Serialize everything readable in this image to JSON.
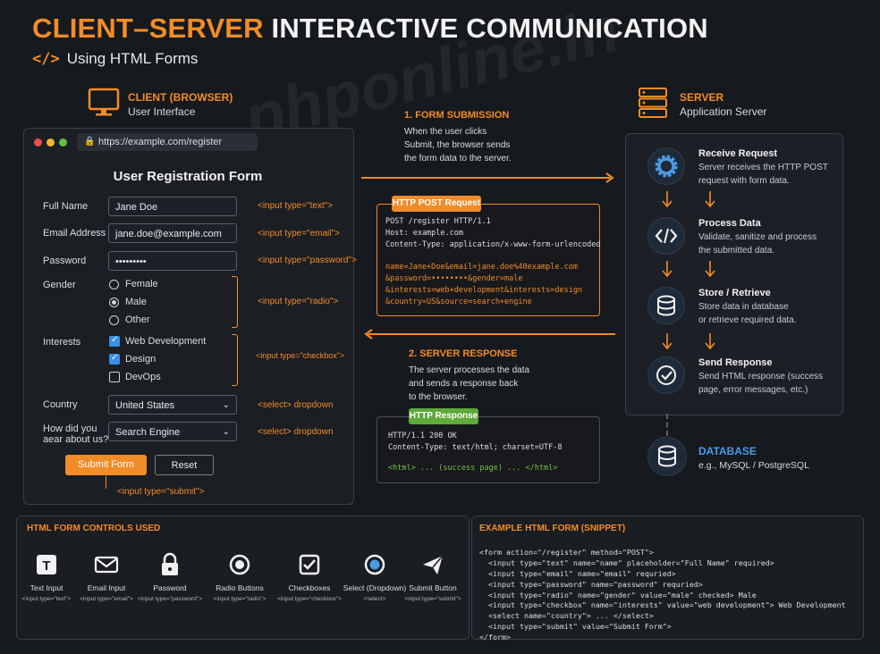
{
  "title": {
    "part1": "CLIENT–SERVER",
    "part2": "INTERACTIVE COMMUNICATION"
  },
  "subtitle": {
    "code": "</>",
    "text": "Using HTML Forms"
  },
  "watermark": "phponline.in",
  "client": {
    "title": "CLIENT (BROWSER)",
    "subtitle": "User Interface"
  },
  "server": {
    "title": "SERVER",
    "subtitle": "Application Server"
  },
  "browser": {
    "url": "https://example.com/register"
  },
  "form": {
    "title": "User Registration Form",
    "fields": [
      {
        "label": "Full Name",
        "value": "Jane Doe",
        "tag": "<input type=\"text\">"
      },
      {
        "label": "Email Address",
        "value": "jane.doe@example.com",
        "tag": "<input type=\"email\">"
      },
      {
        "label": "Password",
        "value": "•••••••••",
        "tag": "<input type=\"password\">"
      }
    ],
    "gender": {
      "label": "Gender",
      "options": [
        "Female",
        "Male",
        "Other"
      ],
      "selected": "Male",
      "tag": "<input type=\"radio\">"
    },
    "interests": {
      "label": "Interests",
      "options": [
        "Web Development",
        "Design",
        "DevOps"
      ],
      "checked": [
        "Web Development",
        "Design"
      ],
      "tag": "<input type=\"checkbox\">"
    },
    "country": {
      "label": "Country",
      "value": "United States",
      "tag": "<select> dropdown"
    },
    "source": {
      "label_line1": "How did you",
      "label_line2": "aear about us?",
      "value": "Search Engine",
      "tag": "<select> dropdown"
    },
    "submit_label": "Submit Form",
    "reset_label": "Reset",
    "submit_tag": "<input type=\"submit\">"
  },
  "step1": {
    "title": "1. FORM SUBMISSION",
    "lines": [
      "When the user clicks",
      "Submit, the browser sends",
      "the form data to the server."
    ]
  },
  "post": {
    "label": "HTTP POST Request",
    "headers": [
      "POST /register HTTP/1.1",
      "Host: example.com",
      "Content-Type: application/x-www-form-urlencoded"
    ],
    "body": [
      "name=Jane+Doe&email=jane.doe%40example.com",
      "&password=••••••••&gender=male",
      "&interests=web+development&interests=design",
      "&country=US&source=search+engine"
    ]
  },
  "step2": {
    "title": "2. SERVER RESPONSE",
    "lines": [
      "The server processes the data",
      "and sends a response back",
      "to the browser."
    ]
  },
  "response": {
    "label": "HTTP Response",
    "headers": [
      "HTTP/1.1 200 OK",
      "Content-Type: text/html; charset=UTF-8"
    ],
    "body": "<html> ... (success page) ... </html>"
  },
  "server_steps": [
    {
      "icon": "gear-icon",
      "title": "Receive Request",
      "lines": [
        "Server receives the HTTP POST",
        "request with form data."
      ]
    },
    {
      "icon": "code-icon",
      "title": "Process Data",
      "lines": [
        "Validate, sanitize and process",
        "the submitted data."
      ]
    },
    {
      "icon": "database-icon",
      "title": "Store / Retrieve",
      "lines": [
        "Store data in database",
        "or retrieve required data."
      ]
    },
    {
      "icon": "check-icon",
      "title": "Send Response",
      "lines": [
        "Send HTML response (success",
        "page, error messages, etc.)"
      ]
    }
  ],
  "database": {
    "title": "DATABASE",
    "subtitle": "e.g., MySQL / PostgreSQL"
  },
  "controls": {
    "title": "HTML FORM CONTROLS USED",
    "items": [
      {
        "icon": "text-input-icon",
        "label": "Text Input",
        "tag": "<input type=\"text\">"
      },
      {
        "icon": "email-icon",
        "label": "Email Input",
        "tag": "<input type=\"email\">"
      },
      {
        "icon": "lock-icon",
        "label": "Password",
        "tag": "<input type=\"password\">"
      },
      {
        "icon": "radio-icon",
        "label": "Radio Buttons",
        "tag": "<input type=\"radio\">"
      },
      {
        "icon": "checkbox-icon",
        "label": "Checkboxes",
        "tag": "<input type=\"checkbox\">"
      },
      {
        "icon": "dropdown-icon",
        "label": "Select (Dropdown)",
        "tag": "<select>"
      },
      {
        "icon": "send-icon",
        "label": "Submit Button",
        "tag": "<input type=\"submit\">"
      }
    ]
  },
  "snippet": {
    "title": "EXAMPLE HTML FORM (SNIPPET)",
    "lines": [
      "<form action=\"/register\" method=\"POST\">",
      "  <input type=\"text\" name=\"name\" placeholder=\"Full Name\" required>",
      "  <input type=\"email\" name=\"email\" requried>",
      "  <input type=\"password\" name=\"password\" requried>",
      "  <input type=\"radio\" name=\"gender\" value=\"male\" checked> Male",
      "  <input type=\"checkbox\" name=\"interests\" value=\"web development\"> Web Development",
      "  <select name=\"country\"> ... </select>",
      "  <input type=\"submit\" value=\"Submit Form\">",
      "</form>"
    ]
  },
  "colors": {
    "accent": "#f28c28",
    "response_green": "#5fa83a",
    "checkbox_blue": "#3a8fe6",
    "icon_blue": "#4a9be8"
  }
}
